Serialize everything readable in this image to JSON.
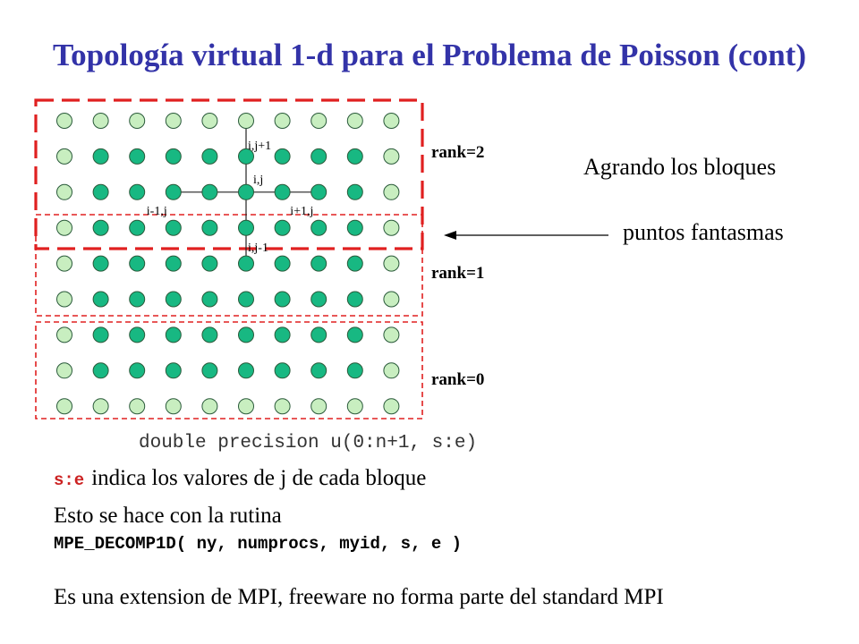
{
  "title": "Topología virtual 1-d para el Problema de Poisson (cont)",
  "colors": {
    "title": "#3333a8",
    "ghost_fill": "#c8eec0",
    "active_fill": "#18b882",
    "node_stroke": "#2a5a3a",
    "region_border": "#e02020",
    "rank_label": "#e03030"
  },
  "diagram": {
    "columns": 10,
    "rows": 9,
    "row_kinds": [
      "ghost",
      "active",
      "active",
      "active",
      "active",
      "active",
      "active",
      "active",
      "ghost"
    ],
    "column_kinds": [
      "ghost",
      "active",
      "active",
      "active",
      "active",
      "active",
      "active",
      "active",
      "active",
      "ghost"
    ],
    "stencil": {
      "center": "i,j",
      "north": "i,j+1",
      "south": "i,j-1",
      "west": "i-1,j",
      "east": "i+1,j"
    },
    "ranks": [
      {
        "label": "rank=2"
      },
      {
        "label": "rank=1"
      },
      {
        "label": "rank=0"
      }
    ]
  },
  "notes": {
    "bloques": "Agrando los bloques",
    "fantasmas": "puntos fantasmas"
  },
  "text": {
    "declaration": "double precision u(0:n+1, s:e)",
    "se_code": "s:e",
    "se_text": "indica los valores de j de cada bloque",
    "rutina": "Esto se hace con la rutina",
    "mpe_call": "MPE_DECOMP1D( ny, numprocs, myid, s, e )",
    "extension": "Es una extension de MPI, freeware no forma parte del standard MPI"
  }
}
